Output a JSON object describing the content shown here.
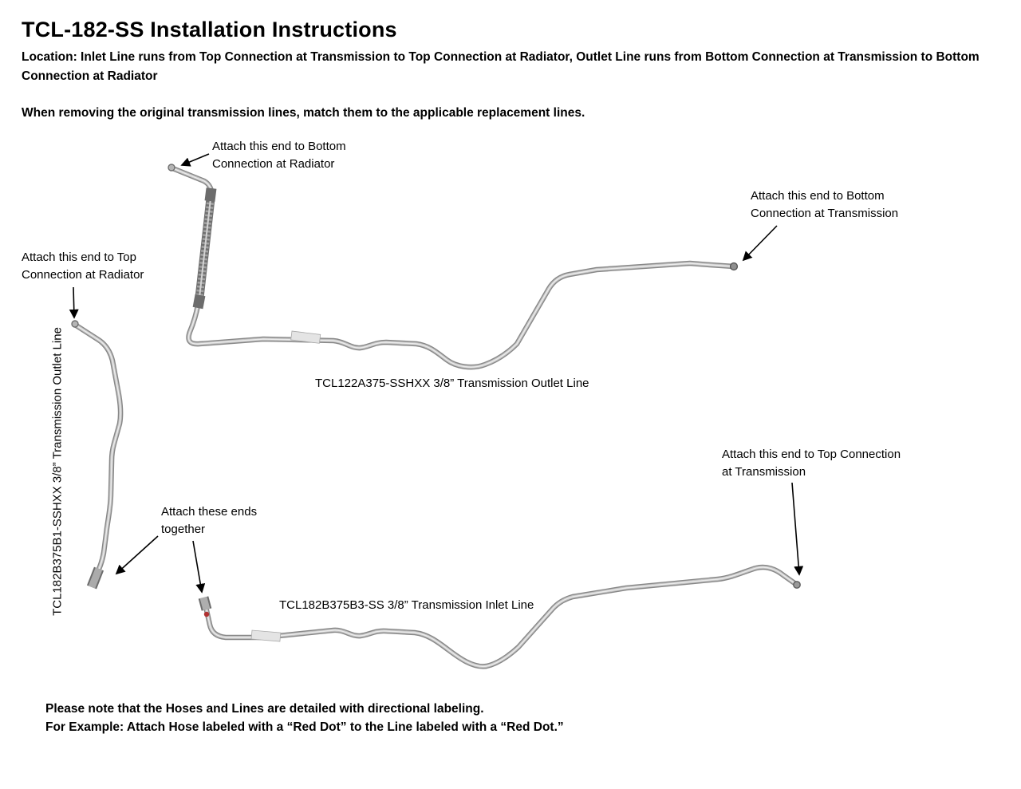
{
  "page": {
    "title": "TCL-182-SS Installation Instructions",
    "location_note": "Location: Inlet Line runs from Top Connection at Transmission to Top Connection at Radiator, Outlet Line runs from Bottom Connection at Transmission to Bottom Connection at Radiator",
    "removal_note": "When removing the original transmission lines, match them to the applicable replacement lines.",
    "footer_note_1": "Please note that the Hoses and Lines are detailed with directional labeling.",
    "footer_note_2": "For Example: Attach Hose labeled with a “Red Dot” to the Line labeled with a “Red Dot.”"
  },
  "annotations": {
    "outlet_bottom_radiator": "Attach this end to Bottom\nConnection at Radiator",
    "outlet_bottom_transmission": "Attach this end to Bottom\nConnection at Transmission",
    "hose_top_radiator": "Attach this end to Top\nConnection at Radiator",
    "inlet_top_transmission": "Attach this end to Top Connection\nat Transmission",
    "attach_together": "Attach these ends\ntogether"
  },
  "part_labels": {
    "outlet_line": "TCL122A375-SSHXX 3/8” Transmission Outlet Line",
    "inlet_line": "TCL182B375B3-SS 3/8” Transmission Inlet Line",
    "vertical_hose": "TCL182B375B1-SSHXX 3/8” Transmission Outlet Line"
  },
  "colors": {
    "text": "#000000",
    "tube_gray": "#878787",
    "braid_gray": "#6f6f6f",
    "arrow": "#000000",
    "red_dot": "#b03131",
    "background": "#ffffff"
  }
}
